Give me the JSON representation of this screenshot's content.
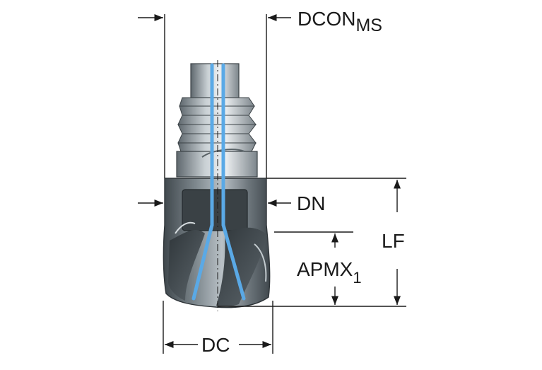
{
  "labels": {
    "dcon_main": "DCON",
    "dcon_sub": "MS",
    "dn": "DN",
    "lf": "LF",
    "apmx_main": "APMX",
    "apmx_sub": "1",
    "dc": "DC"
  },
  "colors": {
    "coolant_channel": "#5aa9e6",
    "body_dark": "#4a5258",
    "body_mid": "#8a949b",
    "body_light": "#d2d8dc",
    "dimension_line": "#1a1a1a"
  }
}
